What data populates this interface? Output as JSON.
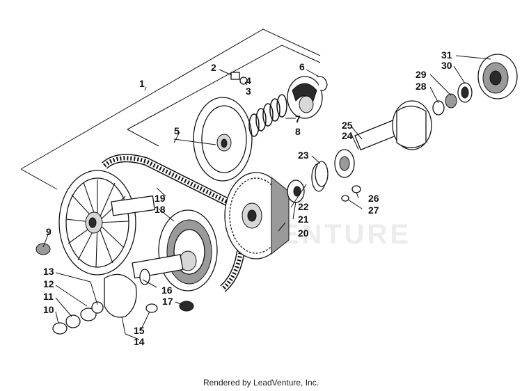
{
  "diagram": {
    "callouts": [
      "1",
      "2",
      "3",
      "4",
      "5",
      "6",
      "7",
      "8",
      "9",
      "10",
      "11",
      "12",
      "13",
      "14",
      "15",
      "16",
      "17",
      "18",
      "19",
      "20",
      "21",
      "22",
      "23",
      "24",
      "25",
      "26",
      "27",
      "28",
      "29",
      "30",
      "31"
    ],
    "watermark": "VENTURE",
    "footer": "Rendered by LeadVenture, Inc."
  }
}
